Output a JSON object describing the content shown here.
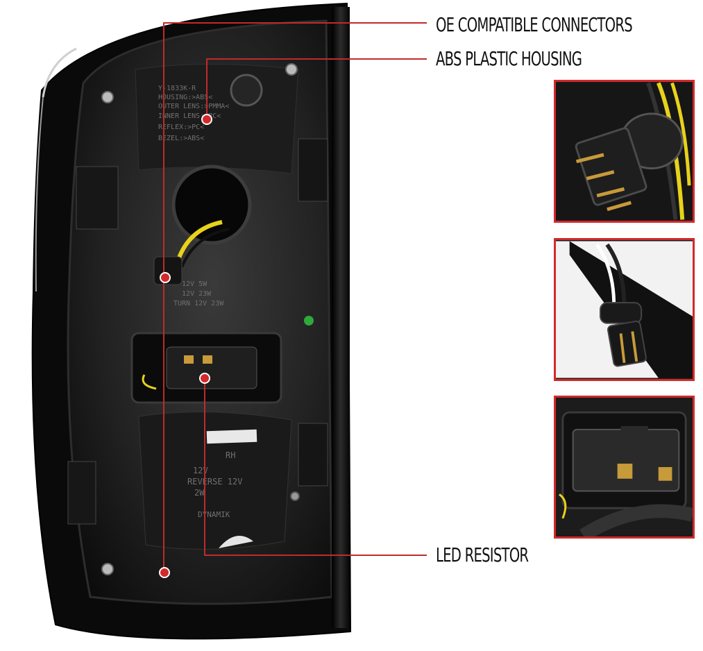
{
  "callouts": {
    "oe_connectors": "OE COMPATIBLE CONNECTORS",
    "abs_housing": "ABS PLASTIC HOUSING",
    "led_resistor": "LED RESISTOR"
  },
  "housing_marks": {
    "label_lines": [
      "Y-1833K-R",
      "HOUSING:>ABS<",
      "OUTER LENS:>PMMA<",
      "INNER LENS:>PC<",
      "REFLEX:>PC<",
      "BEZEL:>ABS<"
    ],
    "bulb_lines": [
      "12V 5W",
      "12V 23W",
      "TURN 12V 23W"
    ],
    "lower_lines": [
      "RH",
      "12V",
      "REVERSE 12V",
      "2W"
    ],
    "brand": "DYNAMIK"
  },
  "colors": {
    "accent": "#d22a2a",
    "housing_dark": "#151515",
    "housing_mid": "#2a2a2a",
    "wire_yellow": "#e8d21a",
    "connector_gold": "#c79a3a"
  }
}
